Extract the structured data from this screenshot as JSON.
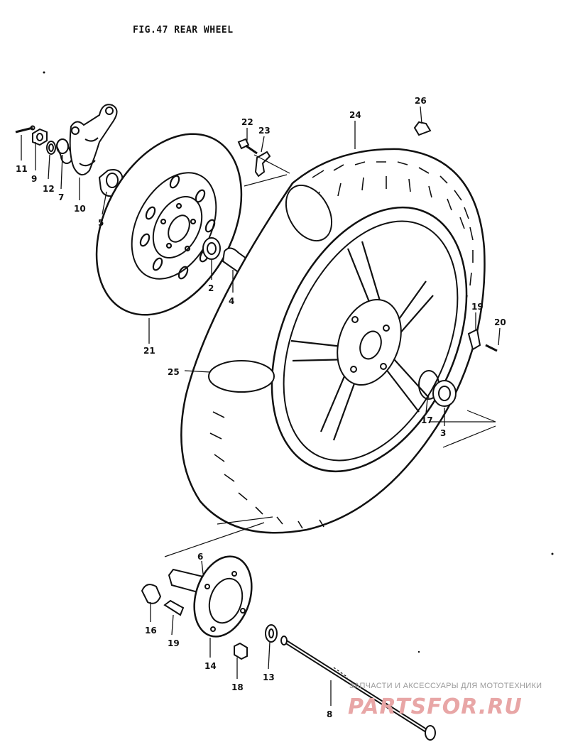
{
  "title": "FIG.47  REAR WHEEL",
  "callouts": {
    "c11": "11",
    "c9": "9",
    "c12": "12",
    "c7": "7",
    "c10": "10",
    "c5": "5",
    "c22": "22",
    "c23": "23",
    "c26": "26",
    "c24": "24",
    "c2": "2",
    "c4": "4",
    "c21": "21",
    "c25": "25",
    "c19a": "19",
    "c20": "20",
    "c17": "17",
    "c3": "3",
    "c6": "6",
    "c16": "16",
    "c19b": "19",
    "c14": "14",
    "c18": "18",
    "c13": "13",
    "c8": "8"
  },
  "watermark": {
    "tagline": "ЗАПЧАСТИ И АКСЕССУАРЫ ДЛЯ МОТОТЕХНИКИ",
    "brand": "PARTSFOR.RU"
  },
  "colors": {
    "ink": "#111111",
    "watermark": "#e8a6a6"
  }
}
